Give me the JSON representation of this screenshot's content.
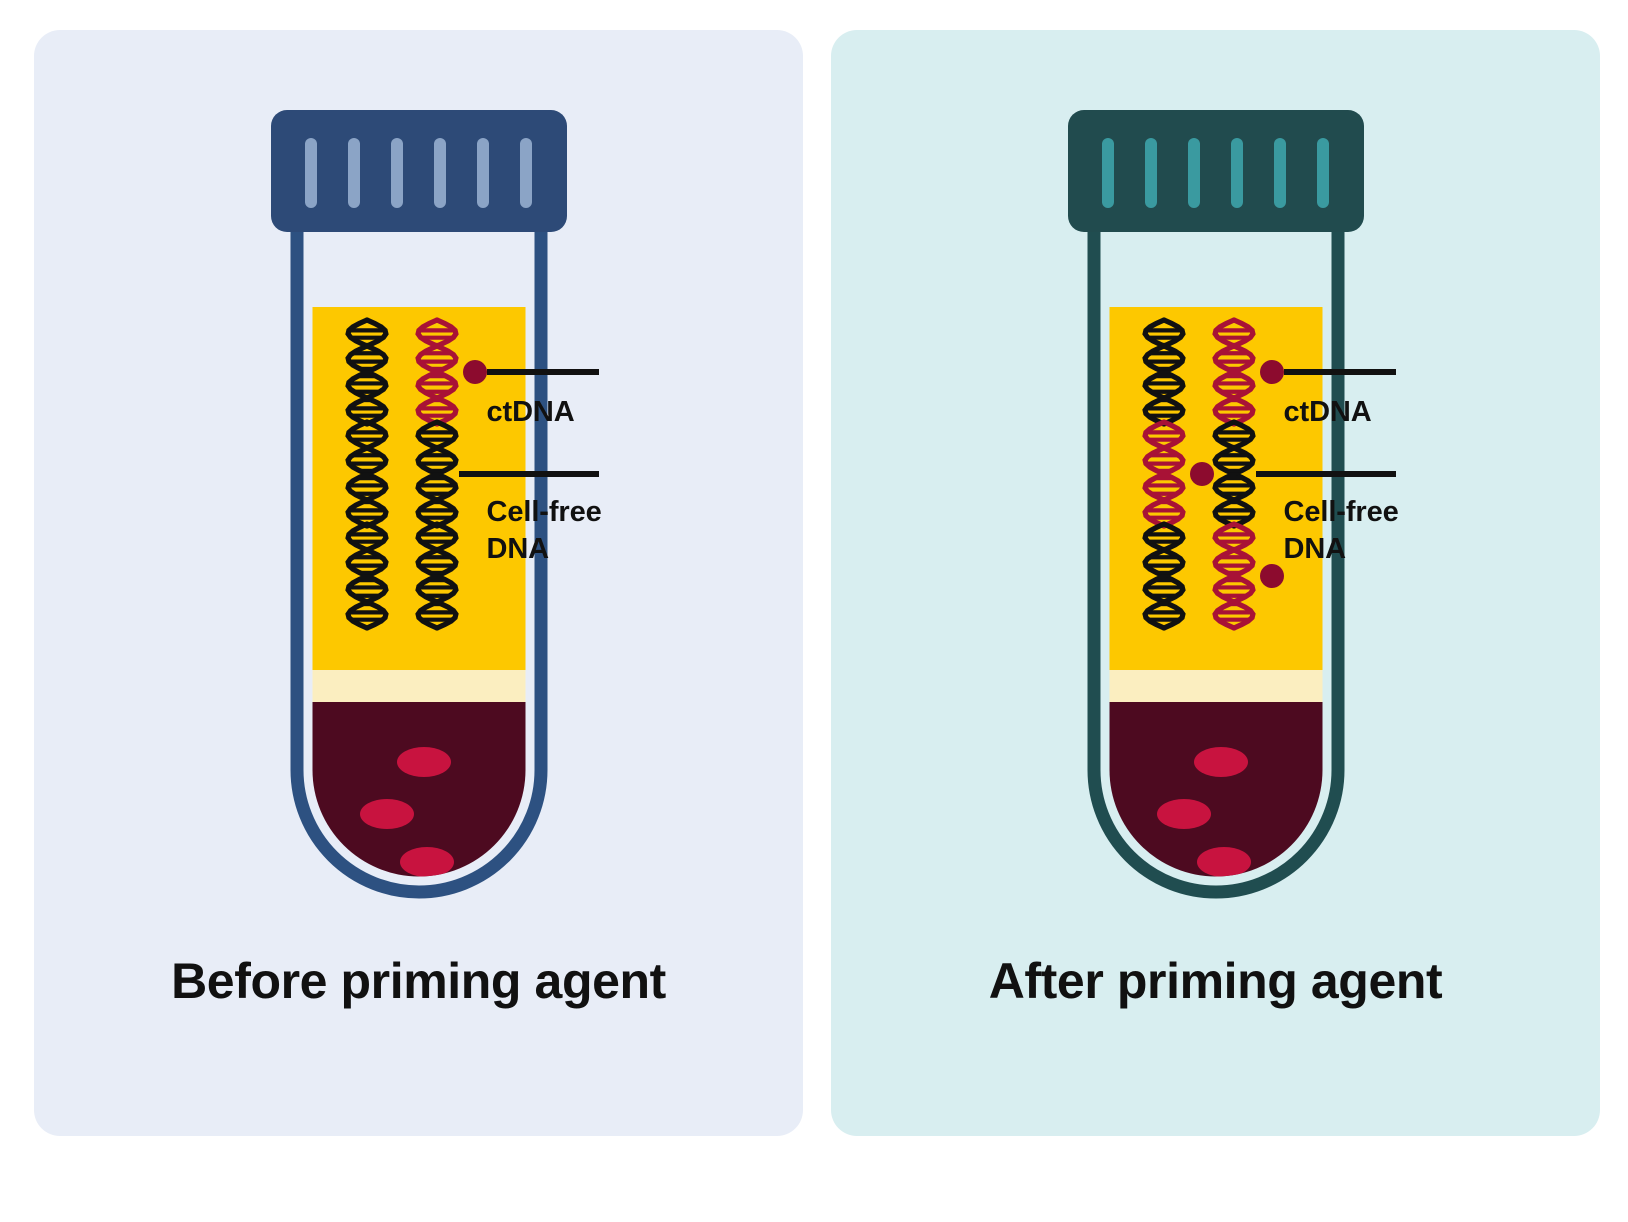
{
  "figure": {
    "type": "scientific-diagram",
    "description": "Comparison of blood collection tubes before and after priming agent"
  },
  "panels": [
    {
      "id": "before",
      "caption": "Before priming agent",
      "background": "#e8edf7",
      "cap_color": "#2d4a77",
      "cap_rib_color": "#8ba4c6",
      "tube_outline": "#2d5181",
      "plasma_color": "#fdc800",
      "buffy_color": "#fbeec0",
      "blood_color": "#4d0a20",
      "rbc_color": "#c8133f",
      "ctdna_marker_color": "#8c0b2e",
      "helix_rows": [
        {
          "left": "black",
          "right": "red",
          "dot": "right"
        },
        {
          "left": "black",
          "right": "black",
          "dot": "none"
        },
        {
          "left": "black",
          "right": "black",
          "dot": "none"
        }
      ],
      "labels": [
        {
          "id": "ctdna",
          "text": "ctDNA"
        },
        {
          "id": "cellfree",
          "text": "Cell-free\nDNA"
        }
      ]
    },
    {
      "id": "after",
      "caption": "After priming agent",
      "background": "#d8eef0",
      "cap_color": "#214b4e",
      "cap_rib_color": "#3a9aa0",
      "tube_outline": "#204d50",
      "plasma_color": "#fdc800",
      "buffy_color": "#fbeec0",
      "blood_color": "#4d0a20",
      "rbc_color": "#c8133f",
      "ctdna_marker_color": "#8c0b2e",
      "helix_rows": [
        {
          "left": "black",
          "right": "red",
          "dot": "right"
        },
        {
          "left": "red",
          "right": "black",
          "dot": "left"
        },
        {
          "left": "black",
          "right": "red",
          "dot": "right"
        }
      ],
      "labels": [
        {
          "id": "ctdna",
          "text": "ctDNA"
        },
        {
          "id": "cellfree",
          "text": "Cell-free\nDNA"
        }
      ]
    }
  ],
  "colors": {
    "helix_black": "#111111",
    "helix_red": "#a81236",
    "page_background": "#ffffff"
  }
}
